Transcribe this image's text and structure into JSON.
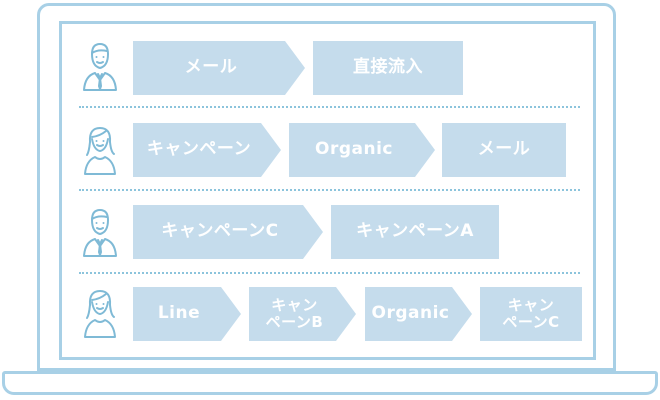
{
  "diagram": {
    "rows": [
      {
        "persona": "male",
        "steps": [
          "メール",
          "直接流入"
        ]
      },
      {
        "persona": "female",
        "steps": [
          "キャンペーン",
          "Organic",
          "メール"
        ]
      },
      {
        "persona": "male",
        "steps": [
          "キャンペーンC",
          "キャンペーンA"
        ]
      },
      {
        "persona": "female",
        "steps": [
          "Line",
          "キャン\nペーンB",
          "Organic",
          "キャン\nペーンC"
        ]
      }
    ]
  },
  "colors": {
    "outline": "#a8d0e6",
    "box_fill": "#c5dcec",
    "box_text": "#ffffff",
    "divider": "#8cc4dc"
  },
  "icons": {
    "male": "businessman-icon",
    "female": "woman-icon"
  }
}
